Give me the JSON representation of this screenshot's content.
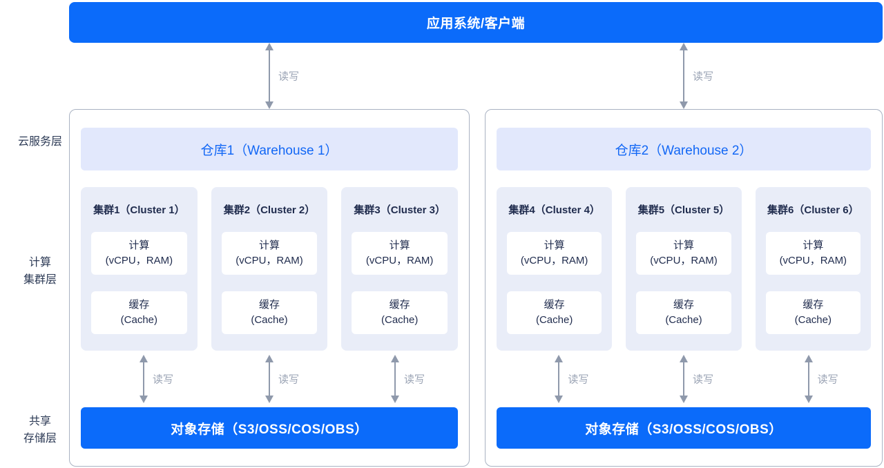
{
  "top_bar": {
    "label": "应用系统/客户端"
  },
  "arrow_label": "读写",
  "layers": [
    {
      "name": "cloud-service-layer",
      "lines": [
        "云服务层"
      ]
    },
    {
      "name": "compute-cluster-layer",
      "lines": [
        "计算",
        "集群层"
      ]
    },
    {
      "name": "shared-storage-layer",
      "lines": [
        "共享",
        "存储层"
      ]
    }
  ],
  "warehouses": [
    {
      "title": "仓库1（Warehouse 1）",
      "storage": "对象存储（S3/OSS/COS/OBS）",
      "clusters": [
        {
          "title": "集群1（Cluster 1）",
          "compute": [
            "计算",
            "(vCPU，RAM)"
          ],
          "cache": [
            "缓存",
            "(Cache)"
          ]
        },
        {
          "title": "集群2（Cluster 2）",
          "compute": [
            "计算",
            "(vCPU，RAM)"
          ],
          "cache": [
            "缓存",
            "(Cache)"
          ]
        },
        {
          "title": "集群3（Cluster 3）",
          "compute": [
            "计算",
            "(vCPU，RAM)"
          ],
          "cache": [
            "缓存",
            "(Cache)"
          ]
        }
      ]
    },
    {
      "title": "仓库2（Warehouse 2）",
      "storage": "对象存储（S3/OSS/COS/OBS）",
      "clusters": [
        {
          "title": "集群4（Cluster 4）",
          "compute": [
            "计算",
            "(vCPU，RAM)"
          ],
          "cache": [
            "缓存",
            "(Cache)"
          ]
        },
        {
          "title": "集群5（Cluster 5）",
          "compute": [
            "计算",
            "(vCPU，RAM)"
          ],
          "cache": [
            "缓存",
            "(Cache)"
          ]
        },
        {
          "title": "集群6（Cluster 6）",
          "compute": [
            "计算",
            "(vCPU，RAM)"
          ],
          "cache": [
            "缓存",
            "(Cache)"
          ]
        }
      ]
    }
  ],
  "colors": {
    "primary_blue": "#0B6BFA",
    "warehouse_title_blue": "#1267F5",
    "header_band_bg": "#E2E8FC",
    "cluster_bg": "#E9EDF8",
    "arrow_gray": "#8F99AB",
    "label_gray": "#9AA3B4",
    "border_gray": "#A9B2C2",
    "text_navy": "#1F2B4D"
  }
}
